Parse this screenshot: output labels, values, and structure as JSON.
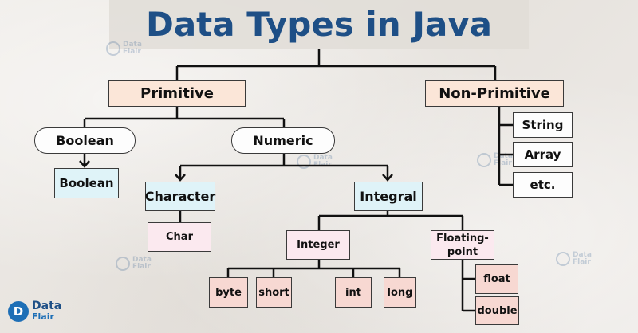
{
  "title": "Data Types in Java",
  "watermark": {
    "line1": "Data",
    "line2": "Flair"
  },
  "logo": {
    "line1": "Data",
    "line2": "Flair"
  },
  "colors": {
    "title": "#1e4f86",
    "level1": "#fbe6d8",
    "level2": "#fdfdfd",
    "level3": "#dff3f8",
    "level4": "#fbe9ef",
    "leaf": "#f7d8d2"
  },
  "nodes": {
    "primitive": "Primitive",
    "non_primitive": "Non-Primitive",
    "boolean_group": "Boolean",
    "numeric": "Numeric",
    "boolean_type": "Boolean",
    "character": "Character",
    "integral": "Integral",
    "char": "Char",
    "integer": "Integer",
    "floating_point": "Floating-point",
    "byte": "byte",
    "short": "short",
    "int": "int",
    "long": "long",
    "float": "float",
    "double": "double",
    "string": "String",
    "array": "Array",
    "etc": "etc."
  }
}
